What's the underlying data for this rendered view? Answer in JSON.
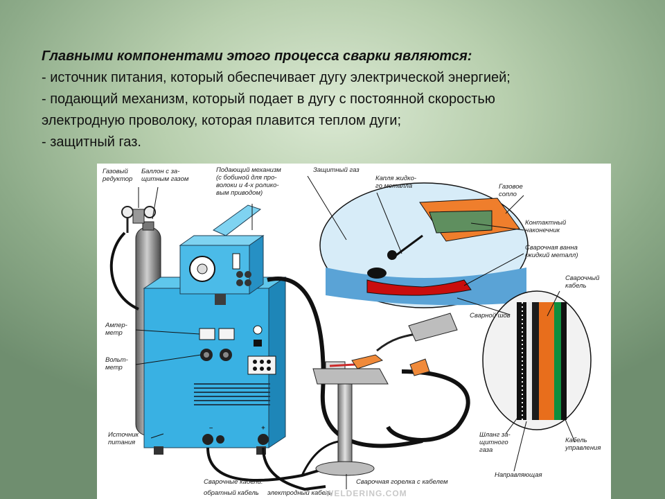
{
  "slide": {
    "heading": "Главными компонентами этого процесса сварки являются:",
    "items": [
      "- источник питания, который обеспечивает дугу электрической энергией;",
      "- подающий механизм, который подает в дугу с постоянной скоростью",
      "электродную проволоку, которая плавится теплом дуги;",
      "- защитный газ."
    ]
  },
  "figure": {
    "labels": {
      "gas_reducer": [
        "Газовый",
        "редуктор"
      ],
      "gas_cylinder": [
        "Баллон с за-",
        "щитным газом"
      ],
      "feed_mechanism": [
        "Подающий механизм",
        "(с бобиной для про-",
        "волоки и 4-х ролико-",
        "вым приводом)"
      ],
      "shielding_gas": [
        "Защитный газ"
      ],
      "molten_drop": [
        "Капля жидко-",
        "го металла"
      ],
      "gas_nozzle": [
        "Газовое",
        "сопло"
      ],
      "contact_tip": [
        "Контактный",
        "наконечник"
      ],
      "weld_pool": [
        "Сварочная ванна",
        "(жидкий металл)"
      ],
      "weld_seam": [
        "Сварной шов"
      ],
      "welding_cable": [
        "Сварочный",
        "кабель"
      ],
      "ammeter": [
        "Ампер-",
        "метр"
      ],
      "voltmeter": [
        "Вольт-",
        "метр"
      ],
      "power_source": [
        "Источник",
        "питания"
      ],
      "gas_hose": [
        "Шланг за-",
        "щитного",
        "газа"
      ],
      "control_cable": [
        "Кабель",
        "управления"
      ],
      "guide": [
        "Направляющая"
      ],
      "welding_cables": [
        "Сварочные кабели:"
      ],
      "return_cable": [
        "обратный кабель"
      ],
      "electrode_cable": [
        "электродный кабель"
      ],
      "torch_with_cable": [
        "Сварочная горелка с кабелем"
      ]
    },
    "panel": {
      "minus": "–",
      "plus": "+"
    },
    "watermark": "WELDERING.COM"
  }
}
